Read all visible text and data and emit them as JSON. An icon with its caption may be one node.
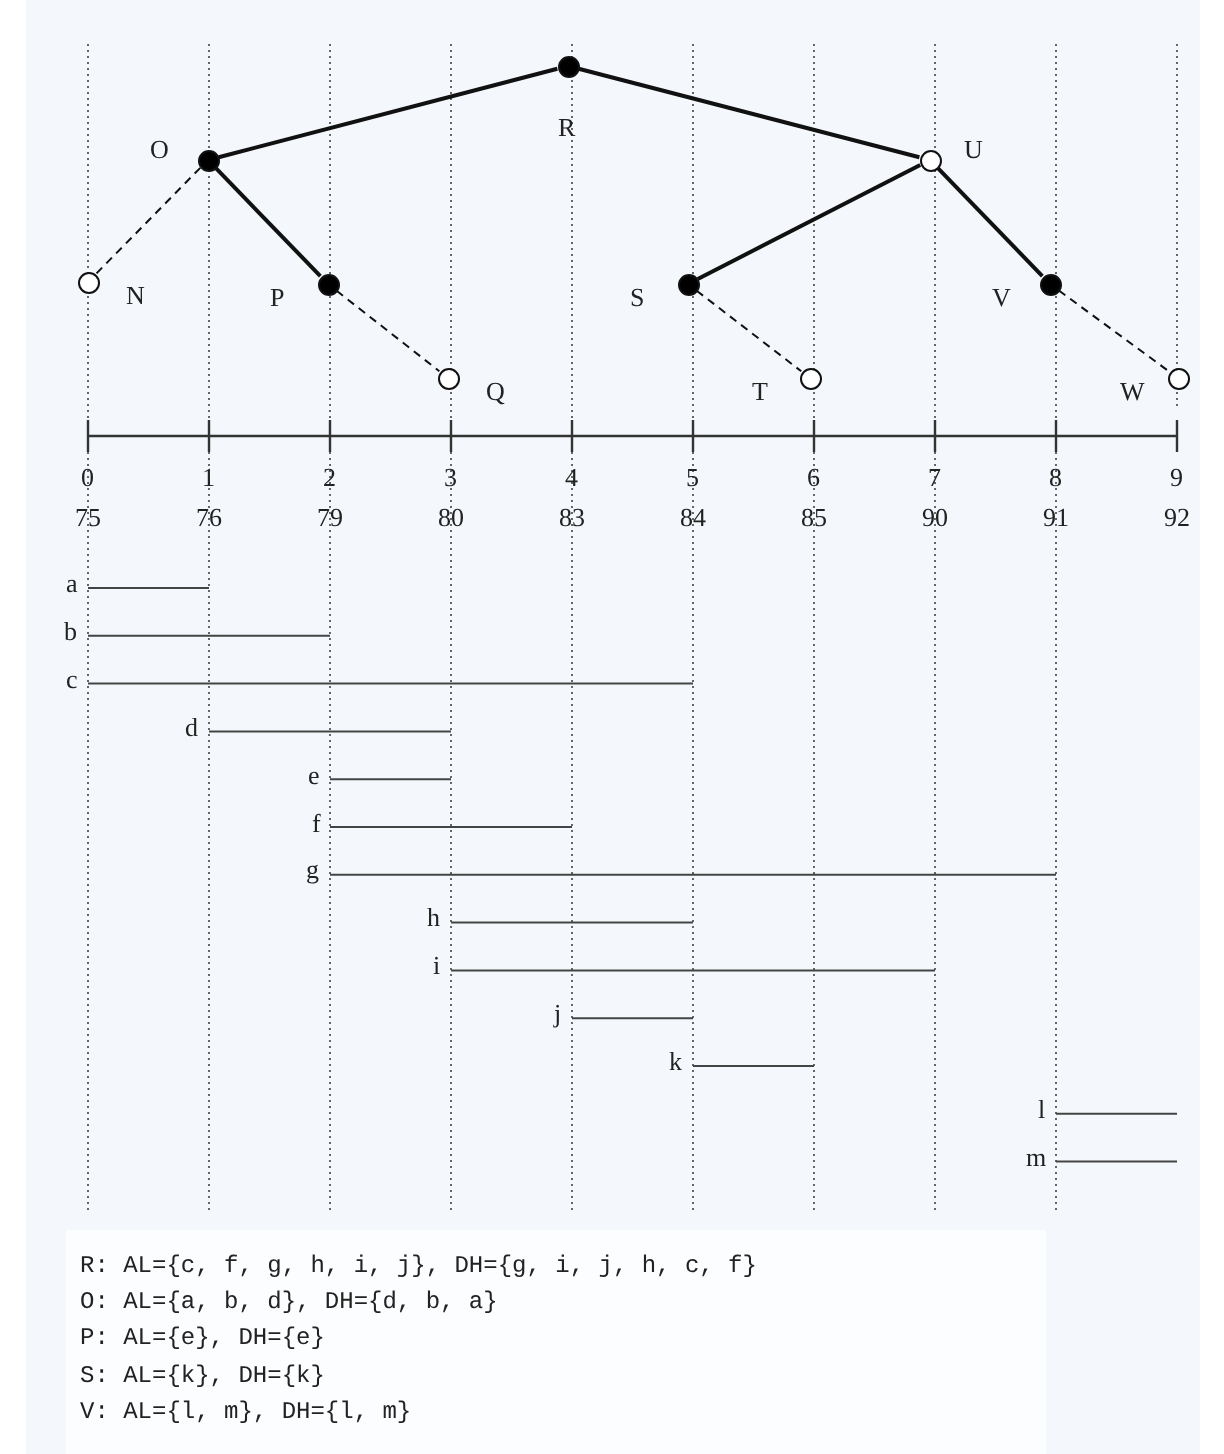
{
  "diagram": {
    "nodes": [
      {
        "text": [
          "R"
        ]
      },
      {
        "text": [
          "O"
        ]
      },
      {
        "text": [
          "U"
        ]
      },
      {
        "text": [
          "N"
        ]
      },
      {
        "text": [
          "P"
        ]
      },
      {
        "text": [
          "S"
        ]
      },
      {
        "text": [
          "V"
        ]
      },
      {
        "text": [
          "Q"
        ]
      },
      {
        "text": [
          "T"
        ]
      },
      {
        "text": [
          "W"
        ]
      }
    ],
    "edges": [
      {
        "from": 0,
        "to": 1,
        "arrow": "none"
      },
      {
        "from": 0,
        "to": 2,
        "arrow": "none"
      },
      {
        "from": 1,
        "to": 3,
        "arrow": "none",
        "style": "dashed"
      },
      {
        "from": 1,
        "to": 4,
        "arrow": "none"
      },
      {
        "from": 2,
        "to": 5,
        "arrow": "none"
      },
      {
        "from": 2,
        "to": 6,
        "arrow": "none"
      },
      {
        "from": 4,
        "to": 7,
        "arrow": "none",
        "style": "dashed"
      },
      {
        "from": 5,
        "to": 8,
        "arrow": "none",
        "style": "dashed"
      },
      {
        "from": 6,
        "to": 9,
        "arrow": "none",
        "style": "dashed"
      }
    ],
    "labels": [
      "0",
      "1",
      "2",
      "3",
      "4",
      "5",
      "6",
      "7",
      "8",
      "9",
      "75",
      "76",
      "79",
      "80",
      "83",
      "84",
      "85",
      "90",
      "91",
      "92",
      "a",
      "b",
      "c",
      "d",
      "e",
      "f",
      "g",
      "h",
      "i",
      "j",
      "k",
      "l",
      "m",
      "R: AL={c, f, g, h, i, j}, DH={g, i, j, h, c, f}",
      "O: AL={a, b, d}, DH={d, b, a}",
      "P: AL={e}, DH={e}",
      "S: AL={k}, DH={k}",
      "V: AL={l, m}, DH={l, m}"
    ]
  }
}
